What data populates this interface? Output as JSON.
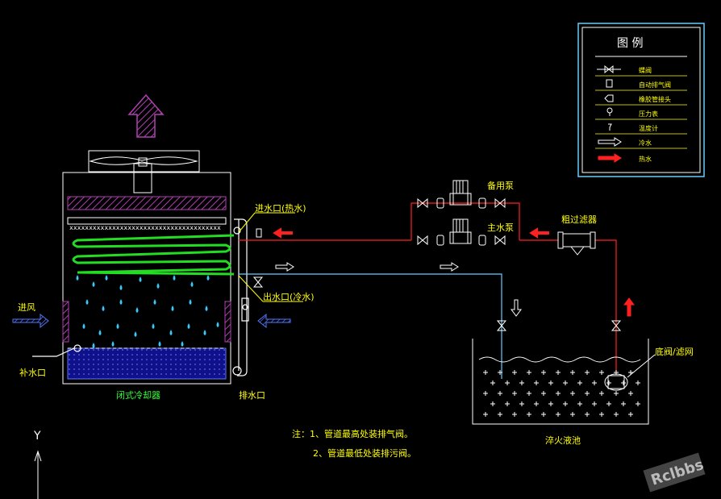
{
  "labels": {
    "tower_name": "闭式冷却器",
    "inlet": "进水口(热水)",
    "outlet": "出水口(冷水)",
    "air_in": "进风",
    "makeup": "补水口",
    "drain": "排水口",
    "standby_pump": "备用泵",
    "main_pump": "主水泵",
    "filter": "粗过滤器",
    "tank": "淬火液池",
    "strainer": "底阀/滤网",
    "note1": "注：1、管道最高处装排气阀。",
    "note2": "2、管道最低处装排污阀。",
    "axis_y": "Y"
  },
  "legend": {
    "title": "图     例",
    "items": [
      {
        "icon": "valve-icon",
        "label": "蝶阀"
      },
      {
        "icon": "air-vent-icon",
        "label": "自动排气阀"
      },
      {
        "icon": "flex-joint-icon",
        "label": "橡胶管接头"
      },
      {
        "icon": "pressure-gauge-icon",
        "label": "压力表"
      },
      {
        "icon": "thermometer-icon",
        "label": "温度计"
      },
      {
        "icon": "white-arrow-icon",
        "label": "冷水"
      },
      {
        "icon": "red-arrow-icon",
        "label": "热水"
      }
    ]
  },
  "watermark": "Rclbbs",
  "colors": {
    "hot_pipe": "#FF2020",
    "cold_pipe": "#66CCFF",
    "coil": "#22DD22",
    "label": "#FFFF00",
    "structure": "#FFFFFF",
    "fill_media": "#7A2A7A",
    "water": "#1010A0"
  }
}
